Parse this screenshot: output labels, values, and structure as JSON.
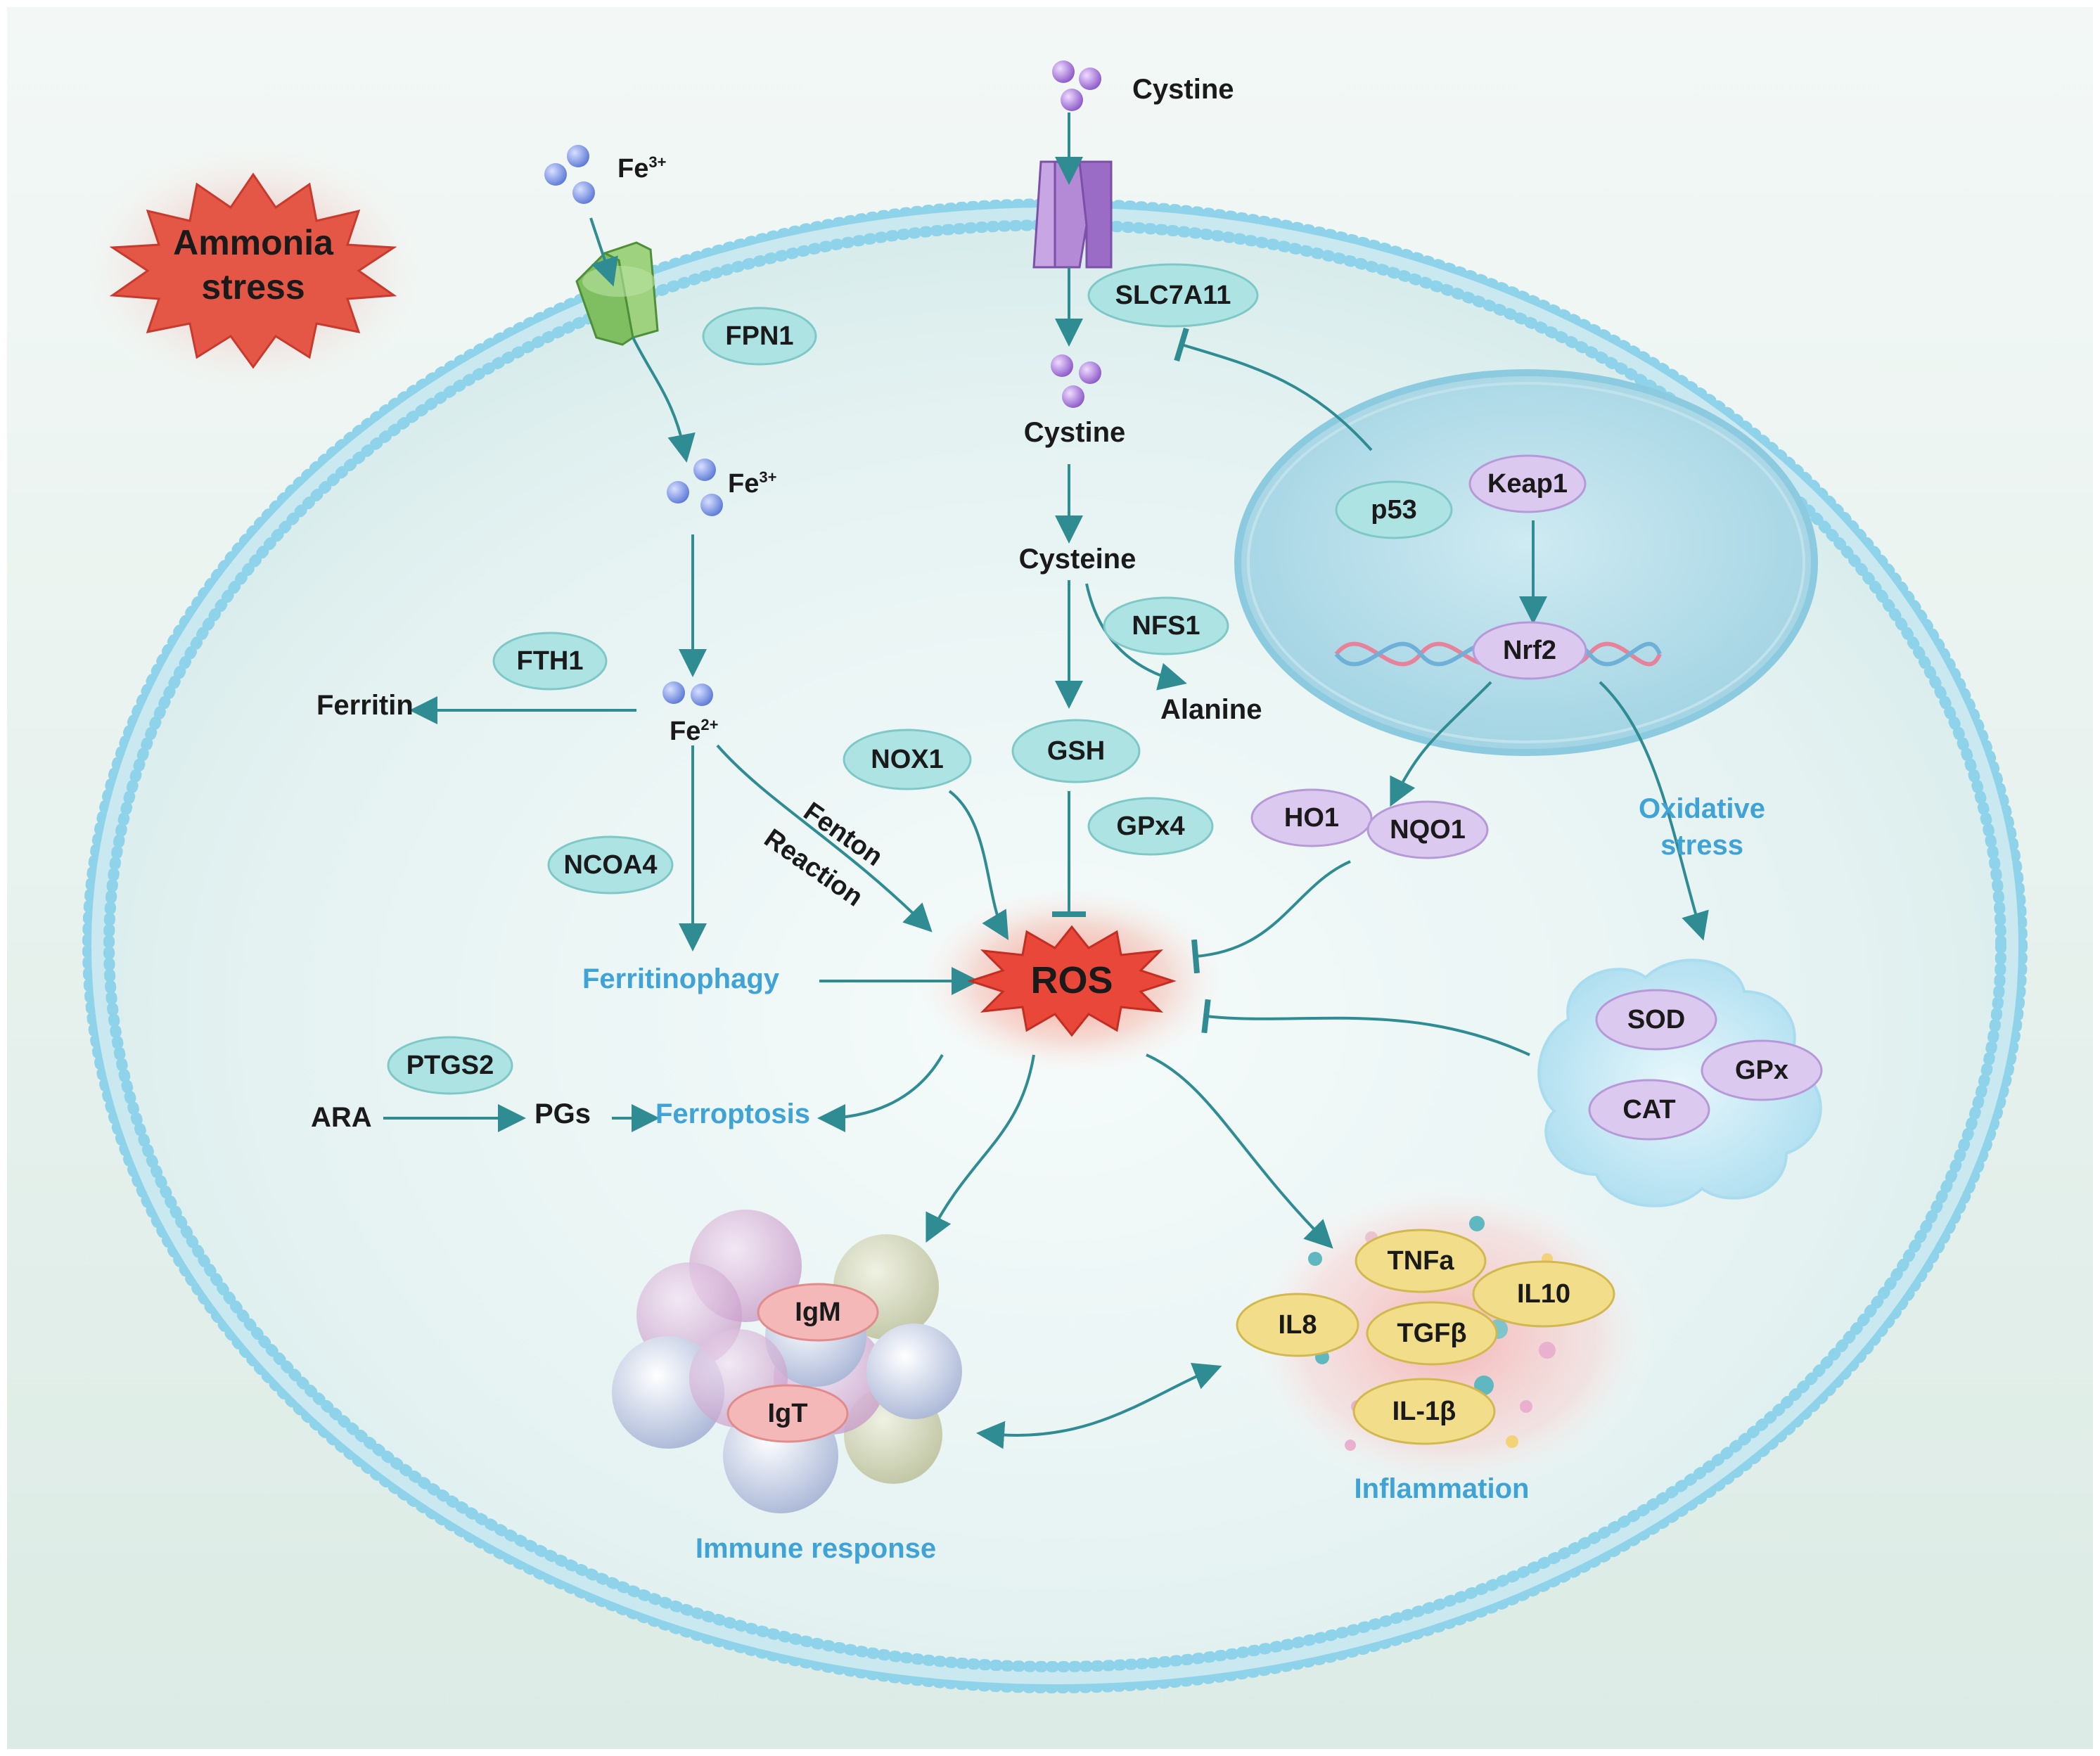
{
  "title_badge": {
    "line1": "Ammonia",
    "line2": "stress"
  },
  "outside": {
    "fe3": "Fe",
    "fe3_sup": "3+",
    "cystine": "Cystine"
  },
  "iron": {
    "fe3_in": "Fe",
    "fe3_in_sup": "3+",
    "fe2": "Fe",
    "fe2_sup": "2+",
    "ferritin": "Ferritin",
    "ferritinophagy": "Ferritinophagy",
    "fenton_1": "Fenton",
    "fenton_2": "Reaction"
  },
  "cystine_path": {
    "cystine_in": "Cystine",
    "cysteine": "Cysteine",
    "alanine": "Alanine"
  },
  "proteins": {
    "fpn1": "FPN1",
    "fth1": "FTH1",
    "ncoa4": "NCOA4",
    "ptgs2": "PTGS2",
    "slc7a11": "SLC7A11",
    "nfs1": "NFS1",
    "gsh": "GSH",
    "gpx4": "GPx4",
    "nox1": "NOX1",
    "p53": "p53",
    "keap1": "Keap1",
    "nrf2": "Nrf2",
    "ho1": "HO1",
    "nqo1": "NQO1",
    "sod": "SOD",
    "gpx": "GPx",
    "cat": "CAT",
    "igm": "IgM",
    "igt": "IgT",
    "tnfa": "TNFa",
    "il10": "IL10",
    "il8": "IL8",
    "tgfb": "TGFβ",
    "il1b": "IL-1β"
  },
  "ros": "ROS",
  "lipid": {
    "ara": "ARA",
    "pgs": "PGs",
    "ferroptosis": "Ferroptosis"
  },
  "oxidative": {
    "line1": "Oxidative",
    "line2": "stress"
  },
  "outcomes": {
    "immune": "Immune response",
    "inflammation": "Inflammation"
  },
  "colors": {
    "membrane": "#8fd3ea",
    "teal_pill": "#aee3e3",
    "purple_pill": "#dcc9ef",
    "yellow_pill": "#f2de8a",
    "pink_pill": "#f5b8b8",
    "arrow": "#2f8c93",
    "blue_text": "#3fa3d6",
    "ros": "#e8473a"
  }
}
